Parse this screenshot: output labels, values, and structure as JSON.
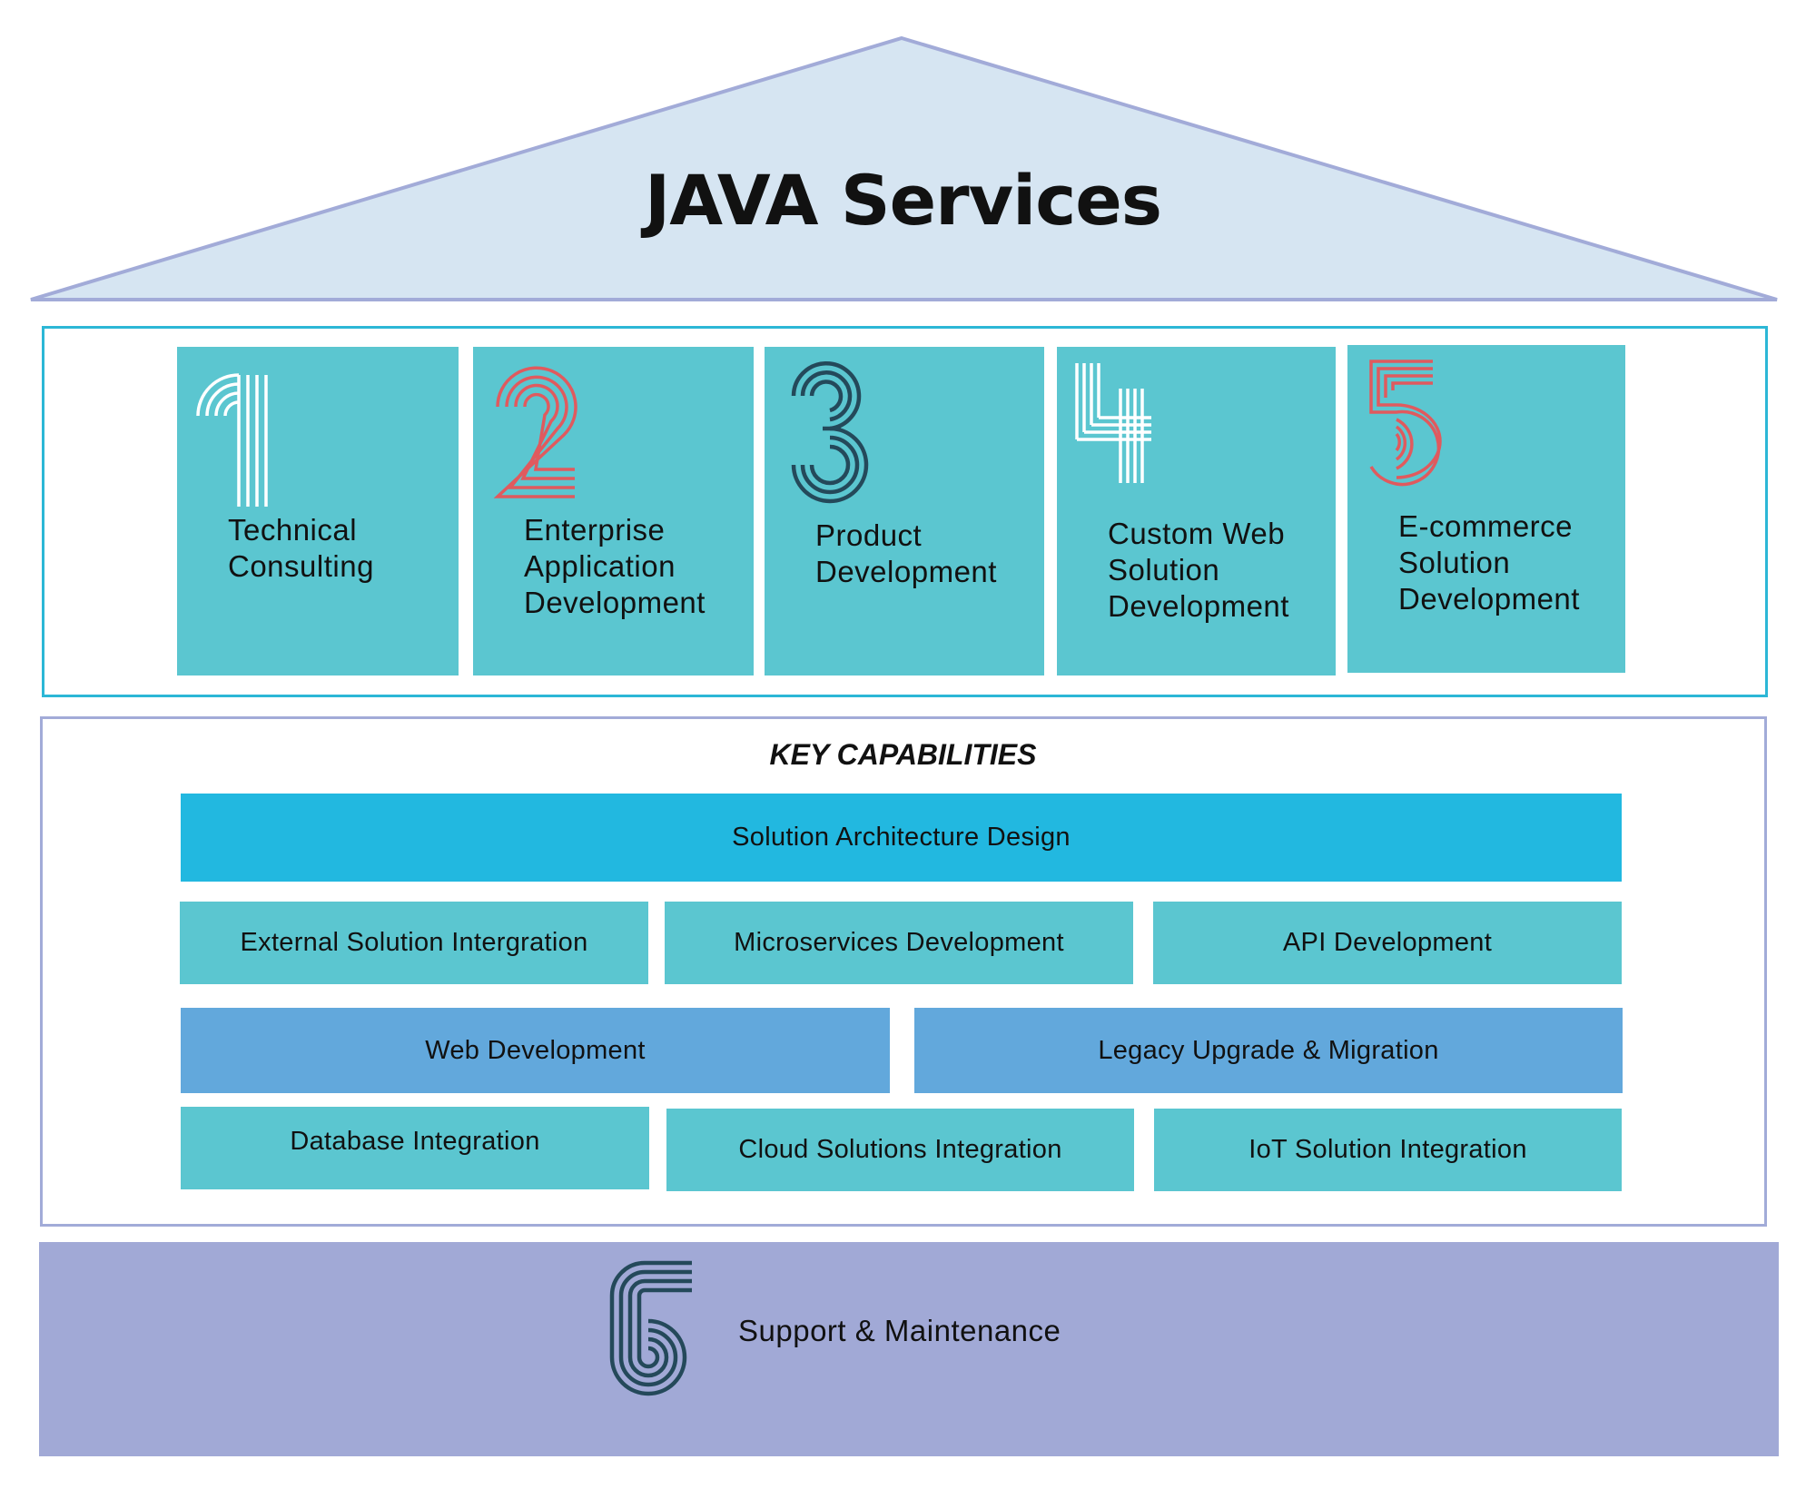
{
  "title": "JAVA Services",
  "colors": {
    "roof_fill": "#d6e5f2",
    "roof_stroke": "#a2abd8",
    "card": "#5bc6d0",
    "accent_red": "#e05a5e",
    "accent_dark": "#24495a",
    "accent_white": "#ffffff",
    "frame_top": "#2cb7d6",
    "frame_bottom": "#a2abd8",
    "cyan": "#22b8e0",
    "teal": "#5bc6d0",
    "blue": "#62a8dc",
    "support": "#a1a9d6"
  },
  "services": [
    {
      "number": "1",
      "icon": "striped-number-1-icon",
      "label": "Technical\nConsulting"
    },
    {
      "number": "2",
      "icon": "striped-number-2-icon",
      "label": "Enterprise\nApplication\nDevelopment"
    },
    {
      "number": "3",
      "icon": "striped-number-3-icon",
      "label": "Product\nDevelopment"
    },
    {
      "number": "4",
      "icon": "striped-number-4-icon",
      "label": "Custom Web\nSolution\nDevelopment"
    },
    {
      "number": "5",
      "icon": "striped-number-5-icon",
      "label": "E-commerce\nSolution\nDevelopment"
    }
  ],
  "capabilities": {
    "title": "KEY CAPABILITIES",
    "items": [
      "Solution Architecture Design",
      "External Solution Intergration",
      "Microservices Development",
      "API Development",
      "Web Development",
      "Legacy Upgrade & Migration",
      "Database Integration",
      "Cloud Solutions Integration",
      "IoT Solution Integration"
    ]
  },
  "support": {
    "number": "6",
    "icon": "striped-number-6-icon",
    "label": "Support & Maintenance"
  }
}
